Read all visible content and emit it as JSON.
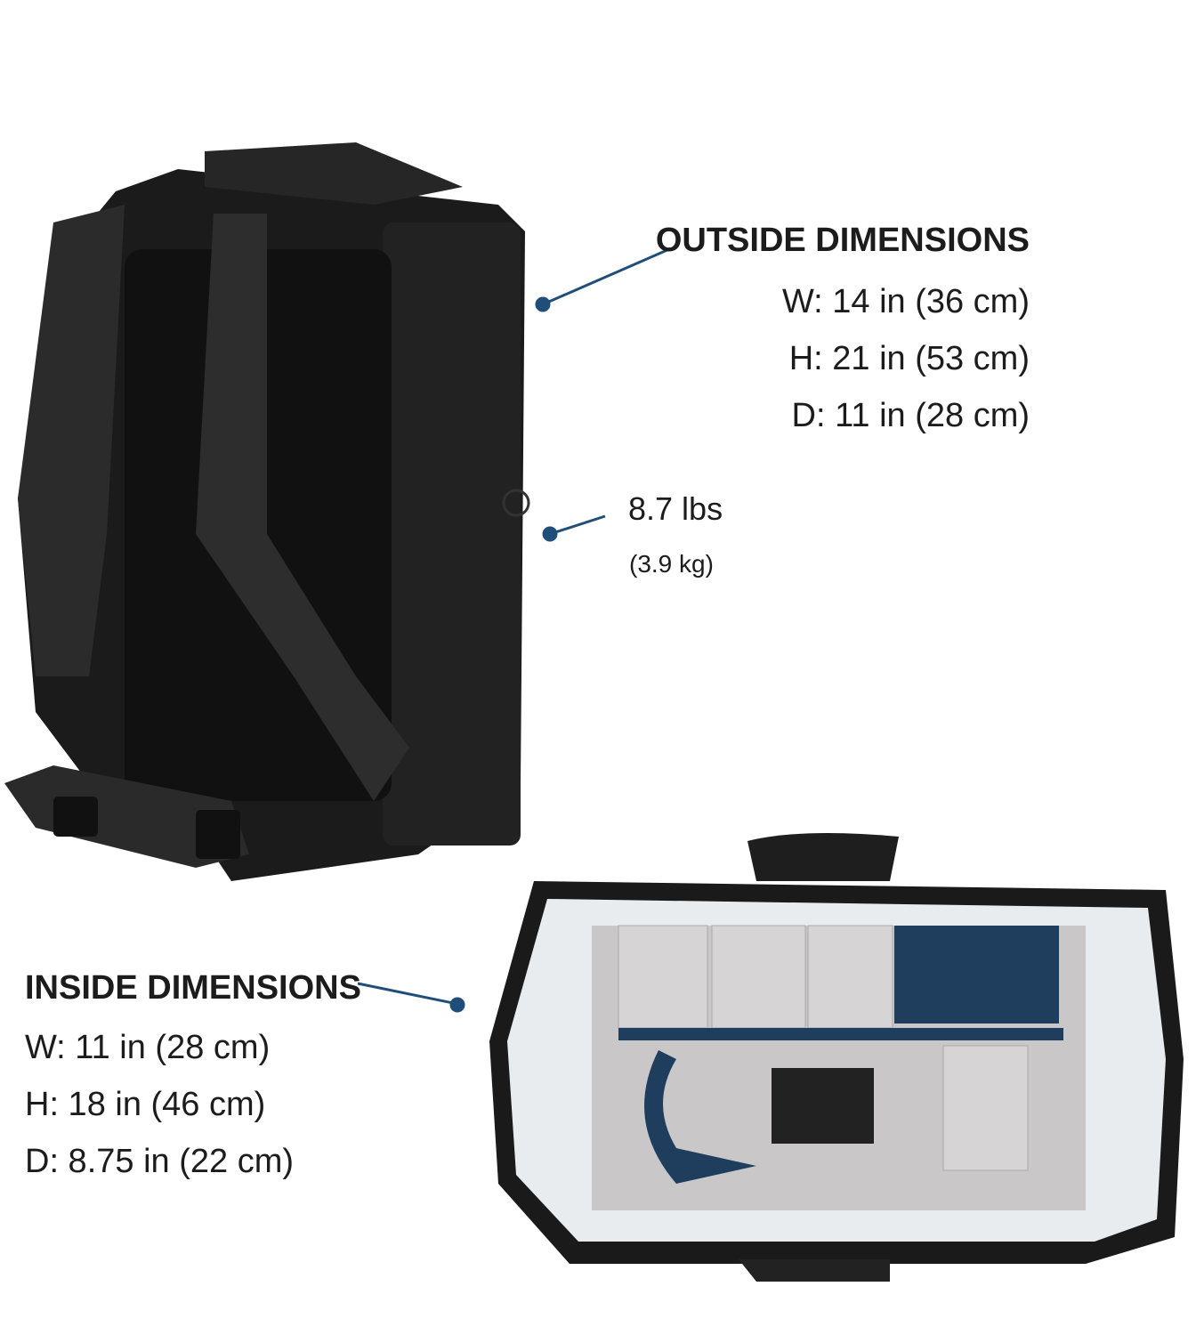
{
  "outside": {
    "title": "OUTSIDE DIMENSIONS",
    "width": "W: 14 in (36 cm)",
    "height": "H: 21 in (53 cm)",
    "depth": "D: 11 in (28 cm)"
  },
  "weight": {
    "imperial": "8.7 lbs",
    "metric": "(3.9 kg)"
  },
  "inside": {
    "title": "INSIDE DIMENSIONS",
    "width": "W: 11 in (28 cm)",
    "height": "H: 18 in (46 cm)",
    "depth": "D: 8.75 in (22 cm)"
  },
  "colors": {
    "callout": "#1f4e79",
    "bag": "#1b1b1b",
    "interior": "#c9c7c8",
    "divider_blue": "#1f3d5c"
  }
}
